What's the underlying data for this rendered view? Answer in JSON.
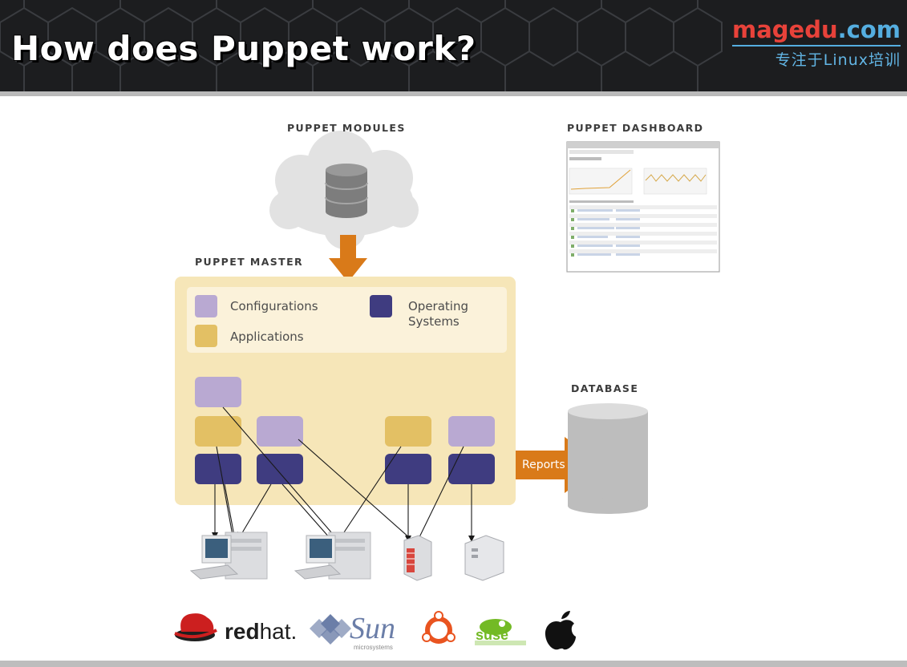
{
  "slide": {
    "title": "How does Puppet work?"
  },
  "brand": {
    "name_red": "magedu",
    "name_blue": ".com",
    "tagline": "专注于Linux培训"
  },
  "diagram": {
    "modules_label": "PUPPET MODULES",
    "dashboard_label": "PUPPET DASHBOARD",
    "master_label": "PUPPET MASTER",
    "database_label": "DATABASE",
    "reports_label": "Reports",
    "legend": {
      "configurations": "Configurations",
      "applications": "Applications",
      "os_line1": "Operating",
      "os_line2": "Systems"
    },
    "colors": {
      "configurations": "#b9a9d2",
      "applications": "#e3c064",
      "operating_systems": "#3f3c80",
      "master_panel": "#f6e6b8",
      "arrow": "#d97a19"
    }
  },
  "logos": {
    "redhat_bold": "red",
    "redhat_light": "hat.",
    "sun": "Sun",
    "sun_sub": "microsystems",
    "suse": "suse"
  },
  "icons": [
    "database-icon",
    "cloud-icon",
    "desktop-computer-icon",
    "server-icon",
    "redhat-logo",
    "sun-logo",
    "ubuntu-logo",
    "suse-logo",
    "apple-logo"
  ]
}
